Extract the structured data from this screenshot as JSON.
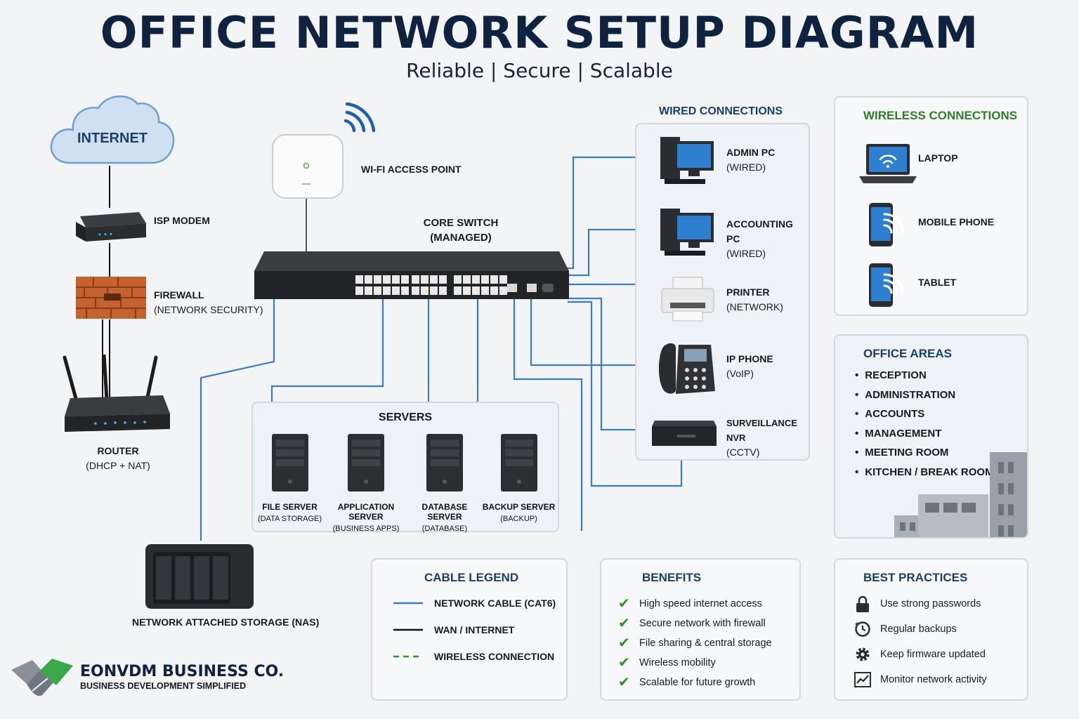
{
  "header": {
    "title": "OFFICE NETWORK SETUP DIAGRAM",
    "subtitle": "Reliable | Secure | Scalable"
  },
  "colors": {
    "navy": "#0f2340",
    "network_cable": "#3a7bc8",
    "wan": "#111111",
    "wireless": "#2f8f2a",
    "panel_title": "#1c3d6e"
  },
  "devices": {
    "internet": "INTERNET",
    "modem": {
      "label": "ISP MODEM"
    },
    "firewall": {
      "label": "FIREWALL",
      "sub": "(NETWORK SECURITY)"
    },
    "router": {
      "label": "ROUTER",
      "sub": "(DHCP + NAT)"
    },
    "wifi_ap": {
      "label": "WI-FI ACCESS POINT"
    },
    "core_switch": {
      "label": "CORE SWITCH",
      "sub": "(MANAGED)"
    },
    "nas": {
      "label": "NETWORK ATTACHED STORAGE (NAS)"
    }
  },
  "servers": {
    "title": "SERVERS",
    "items": [
      {
        "name": "FILE SERVER",
        "desc": "(DATA STORAGE)"
      },
      {
        "name": "APPLICATION SERVER",
        "desc": "(BUSINESS APPS)"
      },
      {
        "name": "DATABASE SERVER",
        "desc": "(DATABASE)"
      },
      {
        "name": "BACKUP SERVER",
        "desc": "(BACKUP)"
      }
    ]
  },
  "wired": {
    "title": "WIRED CONNECTIONS",
    "items": [
      {
        "name": "ADMIN PC",
        "desc": "(WIRED)",
        "icon": "desktop-pc-icon"
      },
      {
        "name": "ACCOUNTING PC",
        "desc": "(WIRED)",
        "icon": "desktop-pc-icon"
      },
      {
        "name": "PRINTER",
        "desc": "(NETWORK)",
        "icon": "printer-icon"
      },
      {
        "name": "IP PHONE",
        "desc": "(VoIP)",
        "icon": "ip-phone-icon"
      },
      {
        "name": "SURVEILLANCE NVR",
        "desc": "(CCTV)",
        "icon": "nvr-icon"
      }
    ]
  },
  "wireless": {
    "title": "WIRELESS CONNECTIONS",
    "items": [
      {
        "name": "LAPTOP",
        "icon": "laptop-wifi-icon"
      },
      {
        "name": "MOBILE PHONE",
        "icon": "mobile-phone-wifi-icon"
      },
      {
        "name": "TABLET",
        "icon": "tablet-wifi-icon"
      }
    ]
  },
  "office_areas": {
    "title": "OFFICE AREAS",
    "items": [
      "RECEPTION",
      "ADMINISTRATION",
      "ACCOUNTS",
      "MANAGEMENT",
      "MEETING ROOM",
      "KITCHEN / BREAK ROOM"
    ]
  },
  "legend": {
    "title": "CABLE LEGEND",
    "items": [
      {
        "label": "NETWORK CABLE (CAT6)",
        "style": "solid-blue"
      },
      {
        "label": "WAN / INTERNET",
        "style": "solid-black"
      },
      {
        "label": "WIRELESS CONNECTION",
        "style": "dashed-green"
      }
    ]
  },
  "benefits": {
    "title": "BENEFITS",
    "items": [
      "High speed internet access",
      "Secure network with firewall",
      "File sharing & central storage",
      "Wireless mobility",
      "Scalable for future growth"
    ]
  },
  "best_practices": {
    "title": "BEST PRACTICES",
    "items": [
      {
        "label": "Use strong passwords",
        "icon": "lock-icon"
      },
      {
        "label": "Regular backups",
        "icon": "backup-clock-icon"
      },
      {
        "label": "Keep firmware updated",
        "icon": "gear-icon"
      },
      {
        "label": "Monitor network activity",
        "icon": "activity-chart-icon"
      }
    ]
  },
  "brand": {
    "name": "EONVDM BUSINESS CO.",
    "tagline": "BUSINESS DEVELOPMENT SIMPLIFIED",
    "icon": "handshake-logo-icon"
  }
}
